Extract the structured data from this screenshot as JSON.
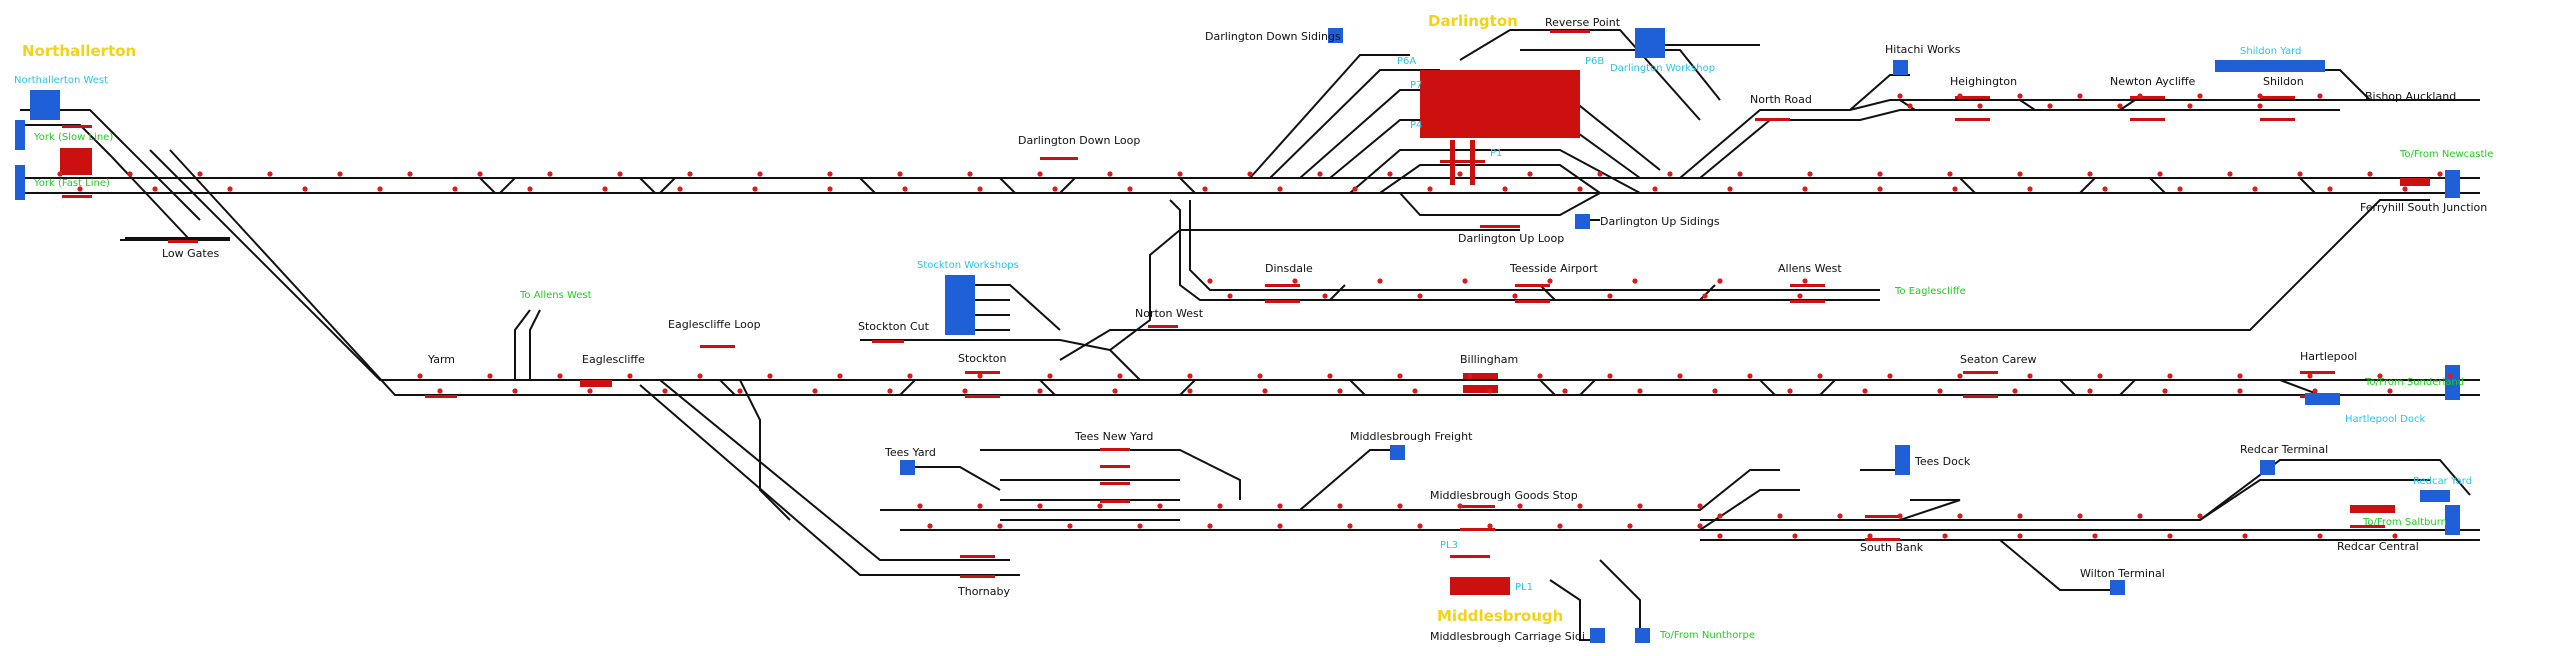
{
  "colors": {
    "track": "#111111",
    "signal": "#dd1a1a",
    "platform": "#cc1010",
    "fiddle": "#1f5fd8",
    "area": "#f3d21a",
    "cyan": "#26c6e8",
    "green": "#22cc22"
  },
  "areas": {
    "northallerton": "Northallerton",
    "darlington": "Darlington",
    "middlesbrough": "Middlesbrough"
  },
  "stations": {
    "low_gates": "Low Gates",
    "yarm": "Yarm",
    "eaglescliffe": "Eaglescliffe",
    "eaglescliffe_loop": "Eaglescliffe Loop",
    "stockton_cut": "Stockton Cut",
    "stockton": "Stockton",
    "norton_west": "Norton West",
    "darlington_down_loop": "Darlington Down Loop",
    "darlington_down_sidings": "Darlington Down Sidings",
    "reverse_point": "Reverse Point",
    "darlington_up_loop": "Darlington Up Loop",
    "darlington_up_sidings": "Darlington Up Sidings",
    "north_road": "North Road",
    "hitachi_works": "Hitachi Works",
    "heighington": "Heighington",
    "newton_aycliffe": "Newton Aycliffe",
    "shildon": "Shildon",
    "bishop_auckland": "Bishop Auckland",
    "ferryhill": "Ferryhill South Junction",
    "dinsdale": "Dinsdale",
    "teesside_airport": "Teesside Airport",
    "allens_west": "Allens West",
    "billingham": "Billingham",
    "seaton_carew": "Seaton Carew",
    "hartlepool": "Hartlepool",
    "tees_yard": "Tees Yard",
    "tees_new_yard": "Tees New Yard",
    "middlesbrough_freight": "Middlesbrough Freight",
    "middlesbrough_goods": "Middlesbrough Goods Stop",
    "thornaby": "Thornaby",
    "middlesbrough_carriage": "Middlesbrough Carriage Sidi",
    "tees_dock": "Tees Dock",
    "south_bank": "South Bank",
    "wilton": "Wilton Terminal",
    "redcar_terminal": "Redcar Terminal",
    "redcar_central": "Redcar Central"
  },
  "cyan_labels": {
    "northallerton_west": "Northallerton West",
    "stockton_workshops": "Stockton Workshops",
    "darlington_workshop": "Darlington Workshop",
    "shildon_yard": "Shildon Yard",
    "hartlepool_dock": "Hartlepool Dock",
    "redcar_yard": "Redcar Yard",
    "p6a": "P6A",
    "p6b": "P6B",
    "p1": "P1",
    "p4": "P4",
    "p7": "P7",
    "pl1": "PL1",
    "pl3": "PL3"
  },
  "green_labels": {
    "york_slow": "York (Slow Line)",
    "york_fast": "York (Fast Line)",
    "to_allens_west": "To Allens West",
    "to_eaglescliffe": "To Eaglescliffe",
    "tf_newcastle": "To/From Newcastle",
    "tf_sunderland": "To/From Sunderland",
    "tf_saltburn": "To/From Saltburn",
    "tf_nunthorpe": "To/From Nunthorpe"
  }
}
